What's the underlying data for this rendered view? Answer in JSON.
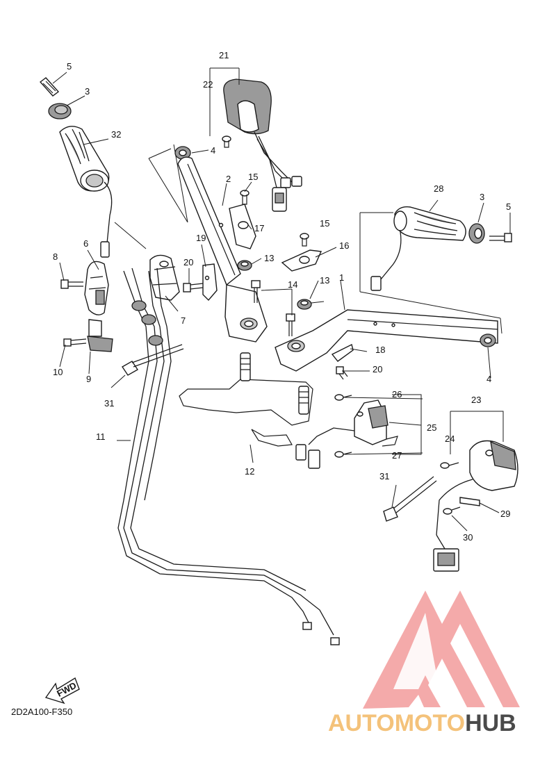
{
  "document_code": "2D2A100-F350",
  "fwd_label": "FWD",
  "watermark": {
    "text_part1": "AUTOMOTO",
    "text_part2": "HUB",
    "color_part1": "#f4c27a",
    "color_part2": "#4a4a4a",
    "logo_color": "#f29b9b"
  },
  "callouts": [
    "5",
    "3",
    "32",
    "4",
    "21",
    "22",
    "2",
    "15",
    "17",
    "6",
    "8",
    "19",
    "20",
    "13",
    "14",
    "7",
    "10",
    "9",
    "31",
    "11",
    "12",
    "1",
    "16",
    "18",
    "28",
    "3",
    "5",
    "4",
    "26",
    "25",
    "27",
    "24",
    "23",
    "31",
    "29",
    "30",
    "20",
    "13",
    "15"
  ]
}
